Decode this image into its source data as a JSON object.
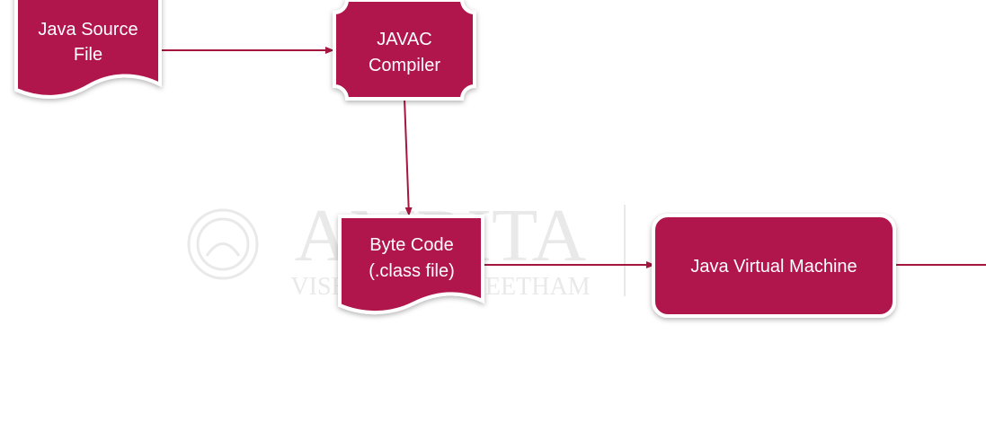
{
  "watermark": {
    "name": "AMRITA",
    "tagline": "VISHWA VIDYAPEETHAM"
  },
  "nodes": {
    "source": {
      "line1": "Java Source",
      "line2": "File"
    },
    "compiler": {
      "line1": "JAVAC",
      "line2": "Compiler"
    },
    "bytecode": {
      "line1": "Byte Code",
      "line2": "(.class file)"
    },
    "jvm": {
      "label": "Java Virtual Machine"
    }
  },
  "colors": {
    "node_fill": "#b0194b",
    "node_border": "#ffffff",
    "connector": "#a5163f",
    "watermark": "#e9e9e9"
  }
}
